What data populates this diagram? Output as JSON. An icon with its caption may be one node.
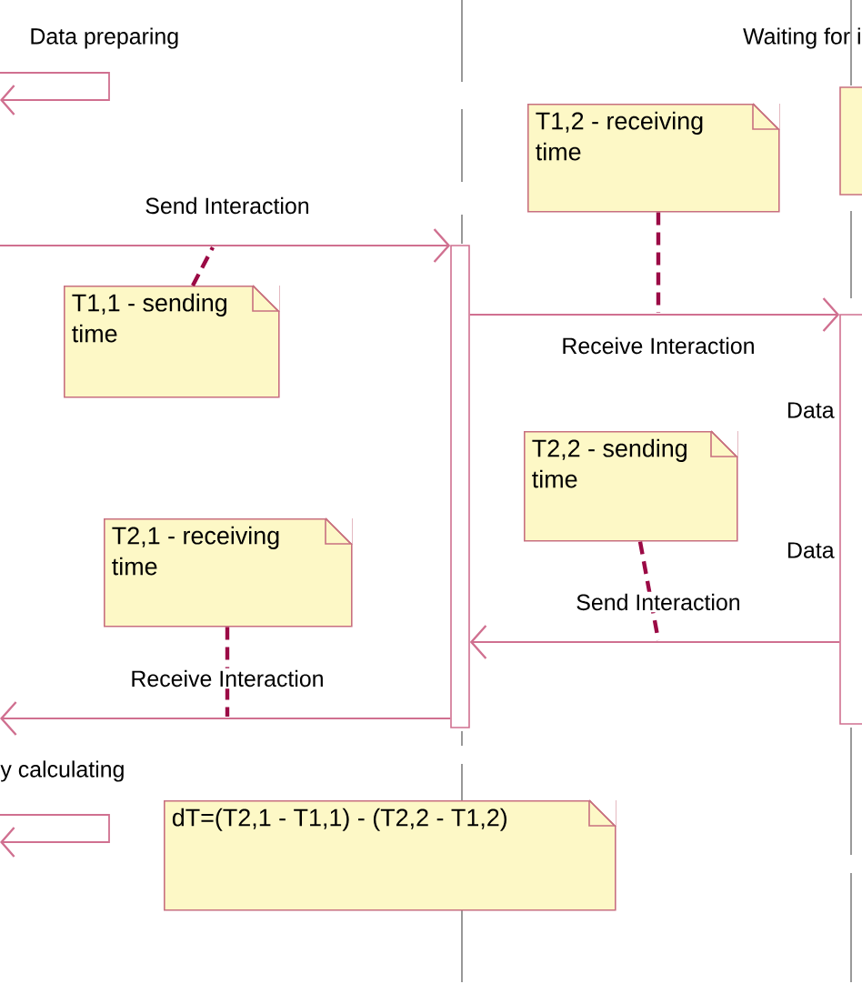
{
  "diagram": {
    "nodes": [
      {
        "text": [
          "T1,2 - receiving time"
        ]
      },
      {
        "text": [
          "T1,1 - sending time"
        ]
      },
      {
        "text": [
          "T2,2 - sending time"
        ]
      },
      {
        "text": [
          "T2,1 - receiving time"
        ]
      },
      {
        "text": [
          "dT=(T2,1 - T1,1) - (T2,2 - T1,2)"
        ]
      },
      {
        "text": [],
        "shape": "bar"
      },
      {
        "text": [],
        "shape": "bar"
      }
    ],
    "edges": [
      {
        "from": null,
        "to": 5,
        "arrow": "to",
        "label": "Send Interaction"
      },
      {
        "from": 5,
        "to": 6,
        "arrow": "to",
        "label": "Receive Interaction"
      },
      {
        "from": 6,
        "to": 5,
        "arrow": "to",
        "label": "Send Interaction"
      },
      {
        "from": 5,
        "to": null,
        "arrow": "to",
        "label": "Receive Interaction"
      },
      {
        "from": 0,
        "to": null,
        "arrow": "none",
        "style": "dashed",
        "color": "#9b0a45"
      },
      {
        "from": 1,
        "to": null,
        "arrow": "none",
        "style": "dashed",
        "color": "#9b0a45"
      },
      {
        "from": 2,
        "to": null,
        "arrow": "none",
        "style": "dashed",
        "color": "#9b0a45"
      },
      {
        "from": 3,
        "to": null,
        "arrow": "none",
        "style": "dashed",
        "color": "#9b0a45"
      }
    ],
    "labels": [
      "Data preparing",
      "Waiting for i",
      "Data",
      "Data",
      "y calculating"
    ]
  }
}
